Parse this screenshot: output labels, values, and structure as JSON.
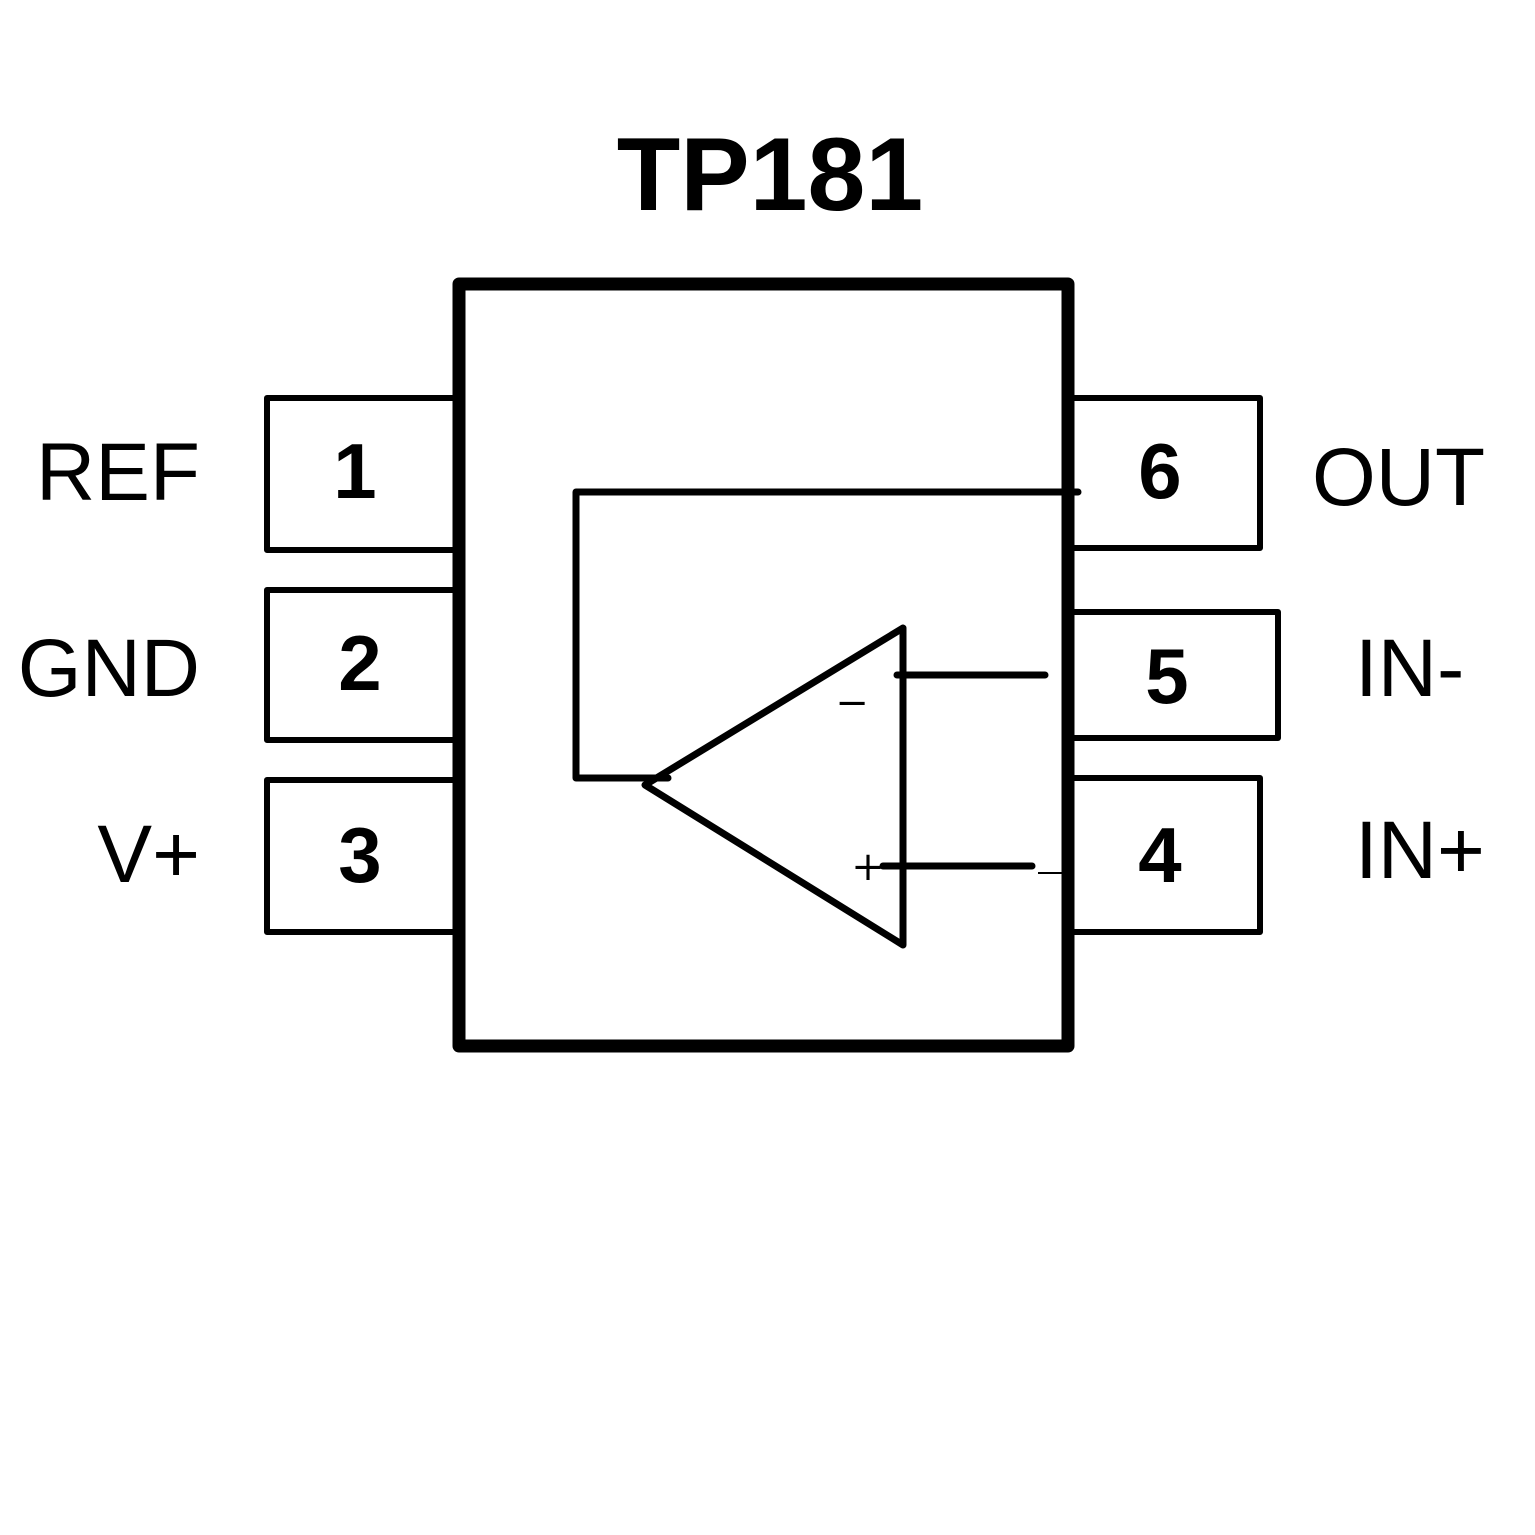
{
  "title": "TP181",
  "pins": [
    {
      "number": "1",
      "label": "REF"
    },
    {
      "number": "2",
      "label": "GND"
    },
    {
      "number": "3",
      "label": "V+"
    },
    {
      "number": "4",
      "label": "IN+"
    },
    {
      "number": "5",
      "label": "IN-"
    },
    {
      "number": "6",
      "label": "OUT"
    }
  ],
  "opamp": {
    "inverting_sign": "−",
    "noninverting_sign": "+"
  },
  "colors": {
    "stroke": "#000000",
    "background": "#ffffff"
  }
}
